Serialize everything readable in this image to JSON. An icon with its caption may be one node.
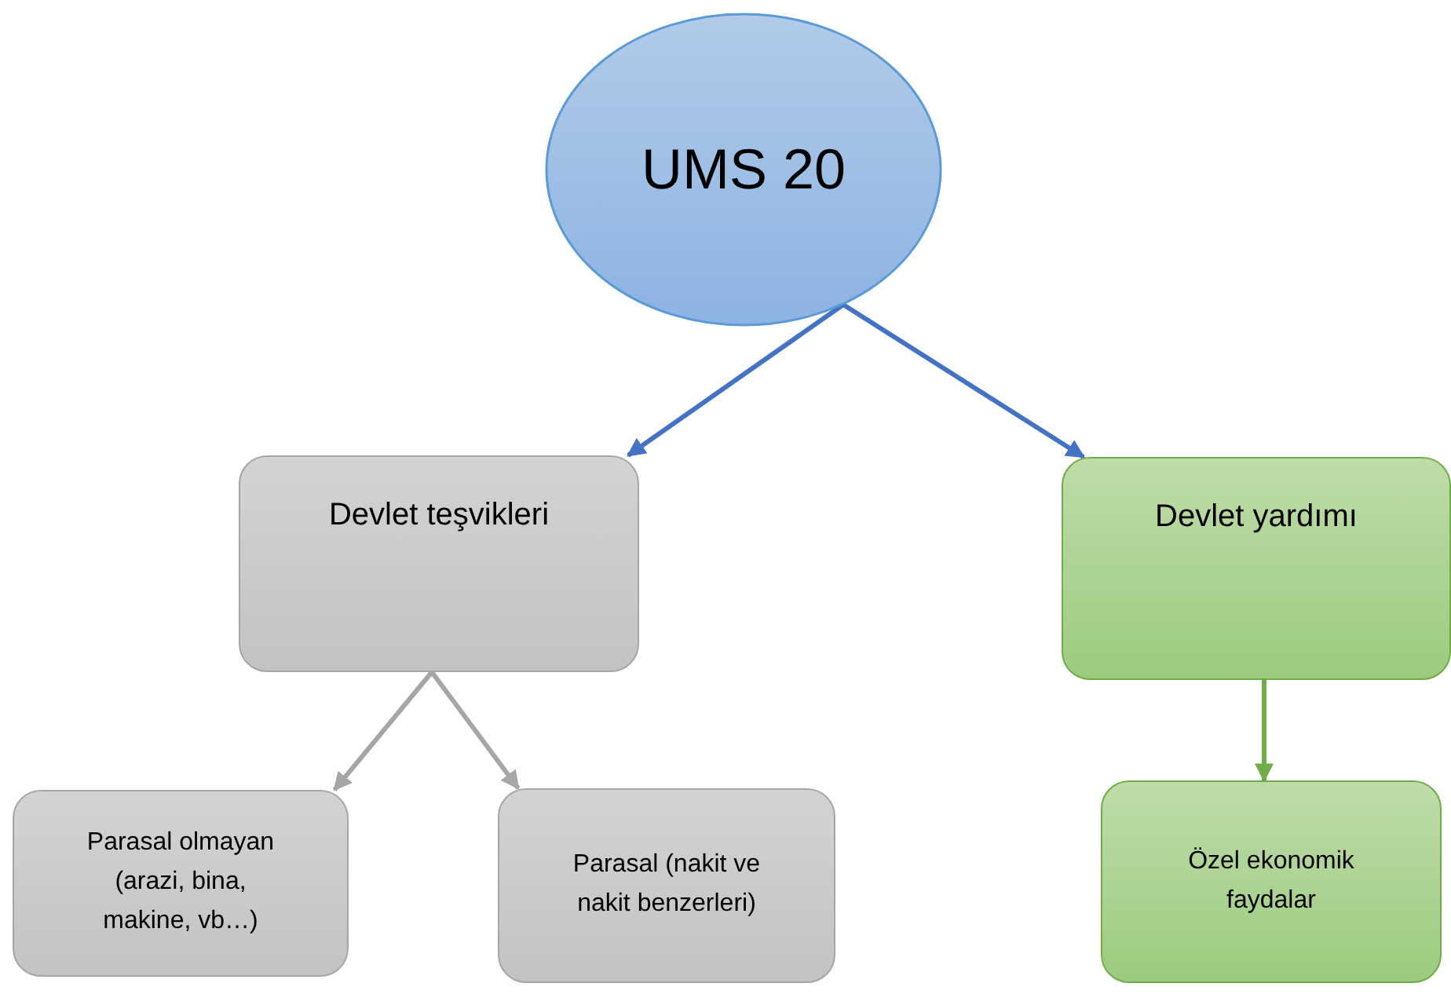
{
  "diagram": {
    "nodes": [
      {
        "text": [
          "UMS 20"
        ]
      },
      {
        "text": [
          "Devlet teşvikleri"
        ]
      },
      {
        "text": [
          "Devlet yardımı"
        ]
      },
      {
        "text": [
          "Parasal olmayan (arazi, bina, makine, vb…)"
        ]
      },
      {
        "text": [
          "Parasal (nakit ve nakit benzerleri)"
        ]
      },
      {
        "text": [
          "Özel ekonomik faydalar"
        ]
      }
    ],
    "edges": [
      {
        "from": 0,
        "to": 1,
        "arrow": "to",
        "color": "#4472c4"
      },
      {
        "from": 0,
        "to": 2,
        "arrow": "to",
        "color": "#4472c4"
      },
      {
        "from": 1,
        "to": 3,
        "arrow": "to",
        "color": "#a6a6a6"
      },
      {
        "from": 1,
        "to": 4,
        "arrow": "to",
        "color": "#a6a6a6"
      },
      {
        "from": 2,
        "to": 5,
        "arrow": "to",
        "color": "#70ad47"
      }
    ]
  }
}
